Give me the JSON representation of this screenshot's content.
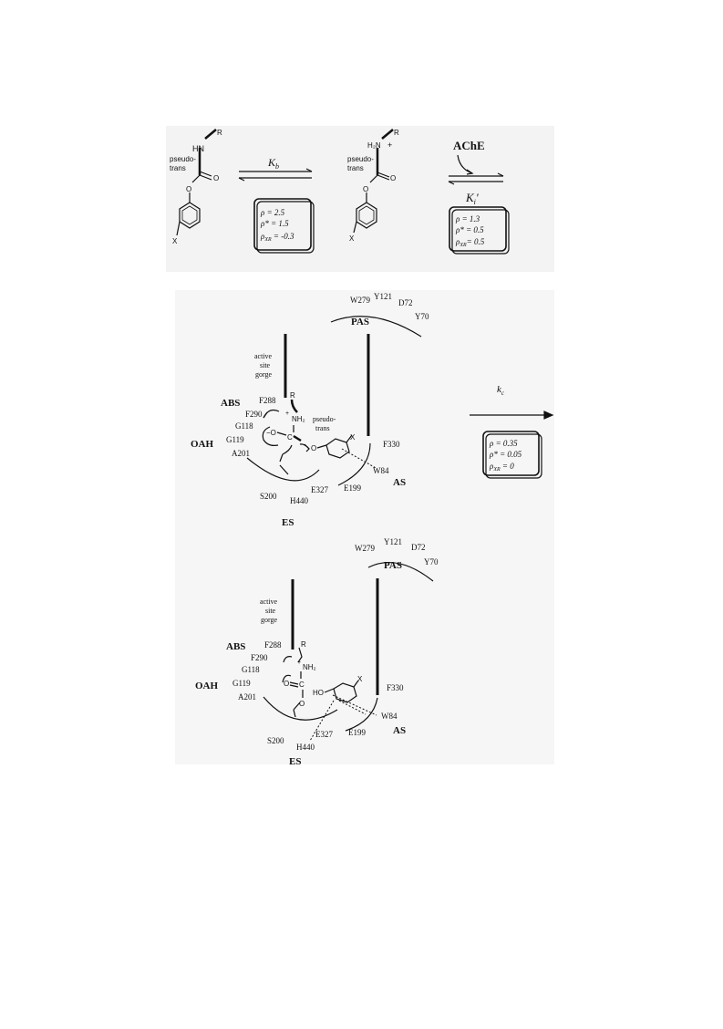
{
  "scheme": {
    "reactant": {
      "nh": "HN",
      "r": "R",
      "conf1": "pseudo-",
      "conf2": "trans",
      "o_carbonyl": "O",
      "o_ester": "O",
      "x": "X"
    },
    "kb": {
      "label": "K",
      "sub": "b"
    },
    "kb_box": {
      "l1": "ρ = 2.5",
      "l2": "ρ* = 1.5",
      "l3_sym": "ρ",
      "l3_sub": "XR",
      "l3_val": " = -0.3"
    },
    "protonated": {
      "nh2": "H₂N",
      "plus": "+",
      "r": "R",
      "conf1": "pseudo-",
      "conf2": "trans",
      "o_carbonyl": "O",
      "o_ester": "O",
      "x": "X"
    },
    "enzyme": "AChE",
    "ki": {
      "label": "K",
      "sub": "i",
      "prime": "′"
    },
    "ki_box": {
      "l1": "ρ = 1.3",
      "l2": "ρ* = 0.5",
      "l3_sym": "ρ",
      "l3_sub": "XR",
      "l3_val": "= 0.5"
    }
  },
  "complex1": {
    "residues": {
      "w279": "W279",
      "y121": "Y121",
      "d72": "D72",
      "y70": "Y70",
      "f288": "F288",
      "f290": "F290",
      "g118": "G118",
      "g119": "G119",
      "a201": "A201",
      "f330": "F330",
      "w84": "W84",
      "e199": "E199",
      "e327": "E327",
      "s200": "S200",
      "h440": "H440"
    },
    "sites": {
      "pas": "PAS",
      "abs": "ABS",
      "oah": "OAH",
      "as": "AS",
      "es": "ES"
    },
    "gorge": {
      "l1": "active",
      "l2": "site",
      "l3": "gorge"
    },
    "ligand": {
      "r": "R",
      "plus": "+",
      "nh2": "NH₂",
      "o_minus": "−O",
      "c": "C",
      "o": "O",
      "x": "X",
      "conf1": "pseudo-",
      "conf2": "trans"
    }
  },
  "kc": {
    "label": "k",
    "sub": "c"
  },
  "kc_box": {
    "l1": "ρ = 0.35",
    "l2": "ρ* = 0.05",
    "l3_sym": "ρ",
    "l3_sub": "XR",
    "l3_val": " = 0"
  },
  "complex2": {
    "residues": {
      "w279": "W279",
      "y121": "Y121",
      "d72": "D72",
      "y70": "Y70",
      "f288": "F288",
      "f290": "F290",
      "g118": "G118",
      "g119": "G119",
      "a201": "A201",
      "f330": "F330",
      "w84": "W84",
      "e199": "E199",
      "e327": "E327",
      "s200": "S200",
      "h440": "H440"
    },
    "sites": {
      "pas": "PAS",
      "abs": "ABS",
      "oah": "OAH",
      "as": "AS",
      "es": "ES"
    },
    "gorge": {
      "l1": "active",
      "l2": "site",
      "l3": "gorge"
    },
    "ligand": {
      "r": "R",
      "plus": "+",
      "nh2": "NH₂",
      "o_carbonyl": "O",
      "c": "C",
      "o": "O",
      "ho": "HO",
      "x": "X"
    }
  }
}
